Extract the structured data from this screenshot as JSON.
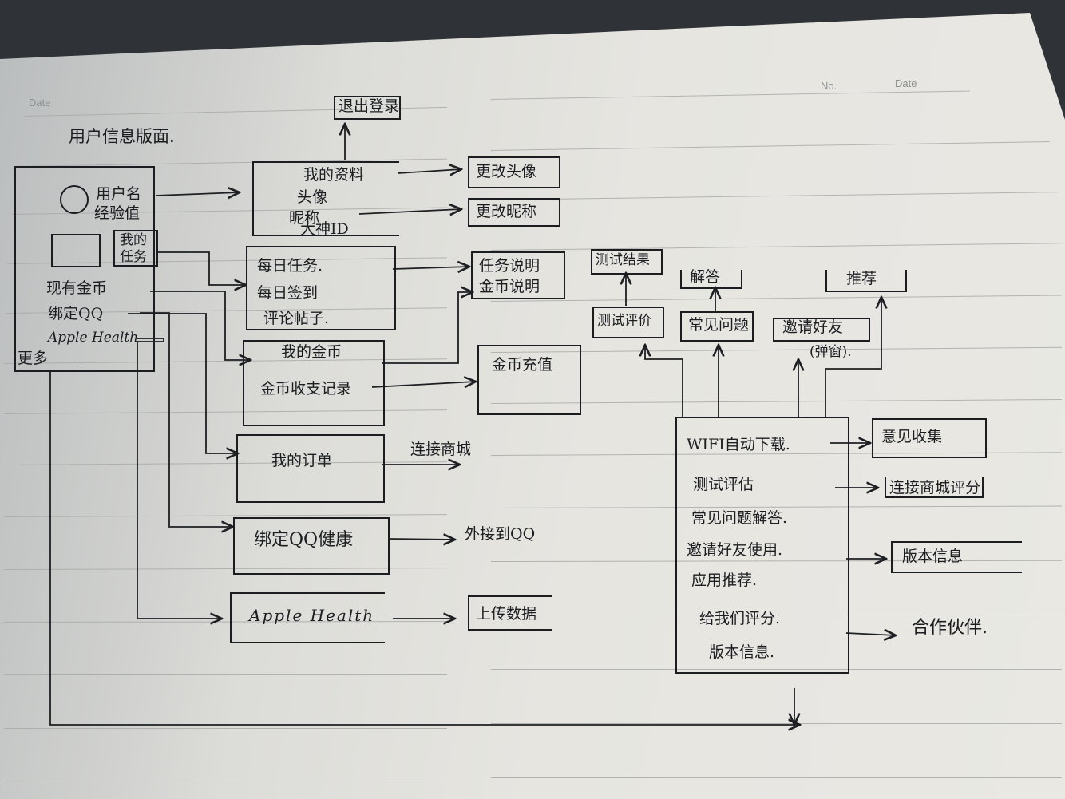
{
  "notebook": {
    "date_left": "Date",
    "no_right": "No.",
    "date_right": "Date"
  },
  "sketch": {
    "page_title": "用户信息版面.",
    "profile_panel": {
      "username": "用户名",
      "experience": "经验值",
      "my_tasks_line1": "我的",
      "my_tasks_line2": "任务",
      "current_coins": "现有金币",
      "bind_qq": "绑定QQ",
      "apple_health": "Apple Health",
      "more": "更多"
    },
    "logout": "退出登录",
    "my_profile": {
      "title": "我的资料",
      "avatar": "头像",
      "nickname": "昵称",
      "id": "大神ID"
    },
    "change_avatar": "更改头像",
    "change_nickname": "更改昵称",
    "daily": {
      "daily_tasks": "每日任务.",
      "daily_checkin": "每日签到",
      "comment_posts": "评论帖子."
    },
    "task_desc": "任务说明",
    "coin_desc": "金币说明",
    "my_coins": {
      "title": "我的金币",
      "records": "金币收支记录"
    },
    "coin_recharge": "金币充值",
    "my_orders": "我的订单",
    "link_mall": "连接商城",
    "bind_qq_health": "绑定QQ健康",
    "jump_qq": "外接到QQ",
    "apple_health_box": "Apple Health",
    "upload_data": "上传数据",
    "test_result": "测试结果",
    "test_eval": "测试评价",
    "answer": "解答",
    "faq": "常见问题",
    "recommend": "推荐",
    "invite_friends": "邀请好友",
    "popup": "(弹窗).",
    "more_panel": {
      "wifi_download": "WIFI自动下载.",
      "test_evaluation": "测试评估",
      "faq_answer": "常见问题解答.",
      "invite_use": "邀请好友使用.",
      "app_recommend": "应用推荐.",
      "rate_us": "给我们评分.",
      "version_info": "版本信息."
    },
    "feedback": "意见收集",
    "mall_rating": "连接商城评分",
    "version_info_right": "版本信息",
    "partners": "合作伙伴."
  }
}
